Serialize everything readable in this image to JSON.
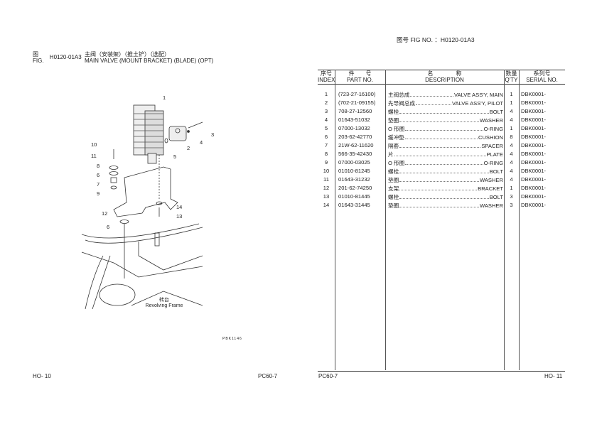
{
  "header": {
    "fig_no_label": "图号 FIG NO. ：H0120-01A3"
  },
  "figure": {
    "fig_cn": "图",
    "fig_en": "FIG.",
    "fig_code": "H0120-01A3",
    "title_cn": "主阀（安装架）（推土铲）（选配）",
    "title_en": "MAIN VALVE (MOUNT BRACKET) (BLADE) (OPT)",
    "callouts": [
      "1",
      "2",
      "3",
      "4",
      "5",
      "10",
      "11",
      "8",
      "6",
      "7",
      "9",
      "12",
      "14",
      "13",
      "6"
    ],
    "frame_label_cn": "转台",
    "frame_label_en": "Revolving Frame",
    "drawing_code": "PBK1146"
  },
  "table": {
    "headers": [
      {
        "cn": "序号",
        "en": "INDEX"
      },
      {
        "cn": "件　　号",
        "en": "PART NO."
      },
      {
        "cn": "名　　　　称",
        "en": "DESCRIPTION"
      },
      {
        "cn": "数量",
        "en": "Q'TY"
      },
      {
        "cn": "系列号",
        "en": "SERIAL NO."
      }
    ],
    "rows": [
      {
        "index": "1",
        "part": "(723-27-16100)",
        "cn": "主阀总成",
        "en": "VALVE ASS'Y, MAIN",
        "qty": "1",
        "serial": "DBK0001-"
      },
      {
        "index": "2",
        "part": "(702-21-09155)",
        "cn": "先导阀总成",
        "en": "VALVE ASS'Y, PILOT",
        "qty": "1",
        "serial": "DBK0001-"
      },
      {
        "index": "3",
        "part": "708-27-12560",
        "cn": "螺栓",
        "en": "BOLT",
        "qty": "4",
        "serial": "DBK0001-"
      },
      {
        "index": "4",
        "part": "01643-51032",
        "cn": "垫圈",
        "en": "WASHER",
        "qty": "4",
        "serial": "DBK0001-"
      },
      {
        "index": "5",
        "part": "07000-13032",
        "cn": "O 形圈",
        "en": "O-RING",
        "qty": "1",
        "serial": "DBK0001-"
      },
      {
        "index": "6",
        "part": "203-62-42770",
        "cn": "缓冲垫",
        "en": "CUSHION",
        "qty": "8",
        "serial": "DBK0001-"
      },
      {
        "index": "7",
        "part": "21W-62-11620",
        "cn": "隔套",
        "en": "SPACER",
        "qty": "4",
        "serial": "DBK0001-"
      },
      {
        "index": "8",
        "part": "566-35-42430",
        "cn": "片",
        "en": "PLATE",
        "qty": "4",
        "serial": "DBK0001-"
      },
      {
        "index": "9",
        "part": "07000-03025",
        "cn": "O 形圈",
        "en": "O-RING",
        "qty": "4",
        "serial": "DBK0001-"
      },
      {
        "index": "10",
        "part": "01010-81245",
        "cn": "螺栓",
        "en": "BOLT",
        "qty": "4",
        "serial": "DBK0001-"
      },
      {
        "index": "11",
        "part": "01643-31232",
        "cn": "垫圈",
        "en": "WASHER",
        "qty": "4",
        "serial": "DBK0001-"
      },
      {
        "index": "12",
        "part": "201-62-74250",
        "cn": "支架",
        "en": "BRACKET",
        "qty": "1",
        "serial": "DBK0001-"
      },
      {
        "index": "13",
        "part": "01010-81445",
        "cn": "螺栓",
        "en": "BOLT",
        "qty": "3",
        "serial": "DBK0001-"
      },
      {
        "index": "14",
        "part": "01643-31445",
        "cn": "垫圈",
        "en": "WASHER",
        "qty": "3",
        "serial": "DBK0001-"
      }
    ]
  },
  "footer": {
    "left_page": "HO- 10",
    "left_model": "PC60-7",
    "right_model": "PC60-7",
    "right_page": "HO- 11"
  }
}
